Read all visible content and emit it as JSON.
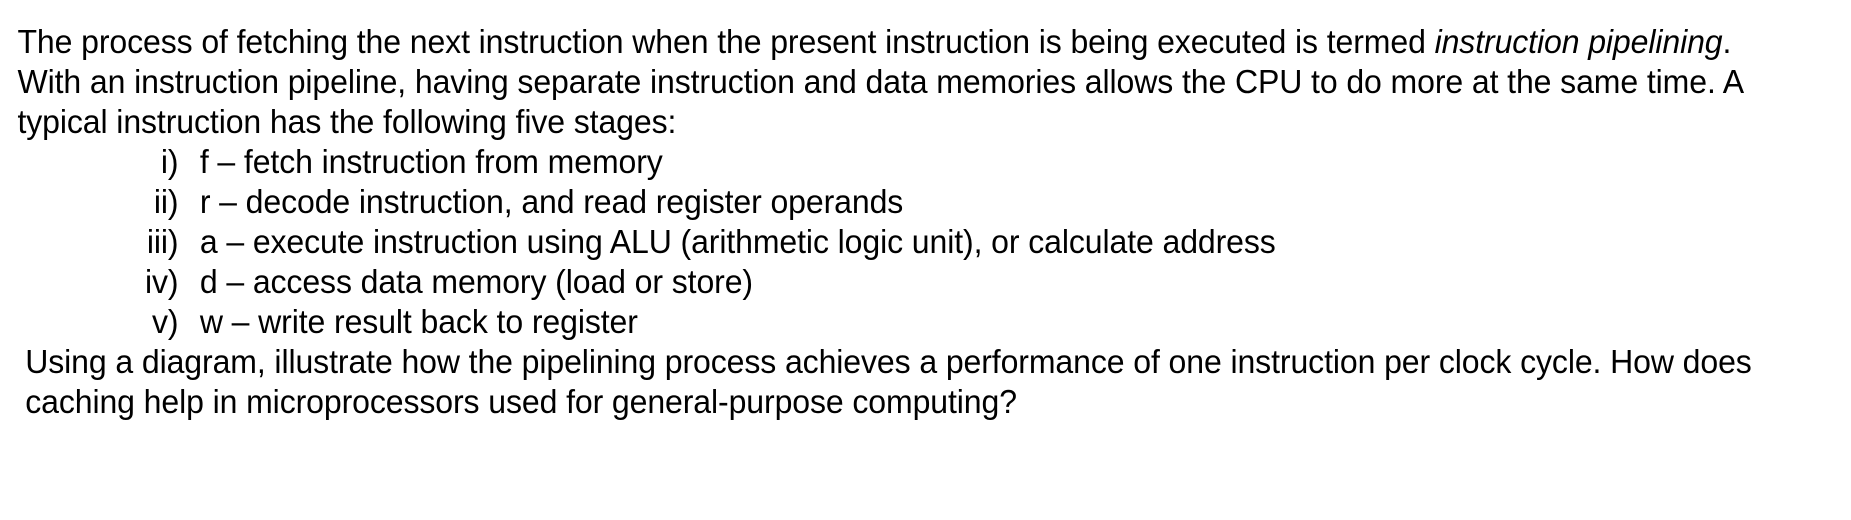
{
  "document": {
    "intro": {
      "part_1": "The process of fetching the next instruction when the present instruction is being executed is termed ",
      "emphasis": "instruction pipelining",
      "part_2": ". With an instruction pipeline, having separate instruction and data memories allows the CPU to do more at the same time. A typical instruction has the following five stages:"
    },
    "stages": [
      {
        "marker": "i)",
        "text": "f – fetch instruction from memory"
      },
      {
        "marker": "ii)",
        "text": "r – decode instruction, and read register operands"
      },
      {
        "marker": "iii)",
        "text": "a – execute instruction using ALU (arithmetic logic unit), or calculate address"
      },
      {
        "marker": "iv)",
        "text": "d – access data memory (load or store)"
      },
      {
        "marker": "v)",
        "text": "w – write result back to register"
      }
    ],
    "closing": "Using a diagram, illustrate how the pipelining process achieves a performance of one instruction per clock cycle. How does caching help in microprocessors used for general-purpose computing?"
  },
  "style": {
    "text_color": "#000000",
    "background_color": "#ffffff"
  }
}
